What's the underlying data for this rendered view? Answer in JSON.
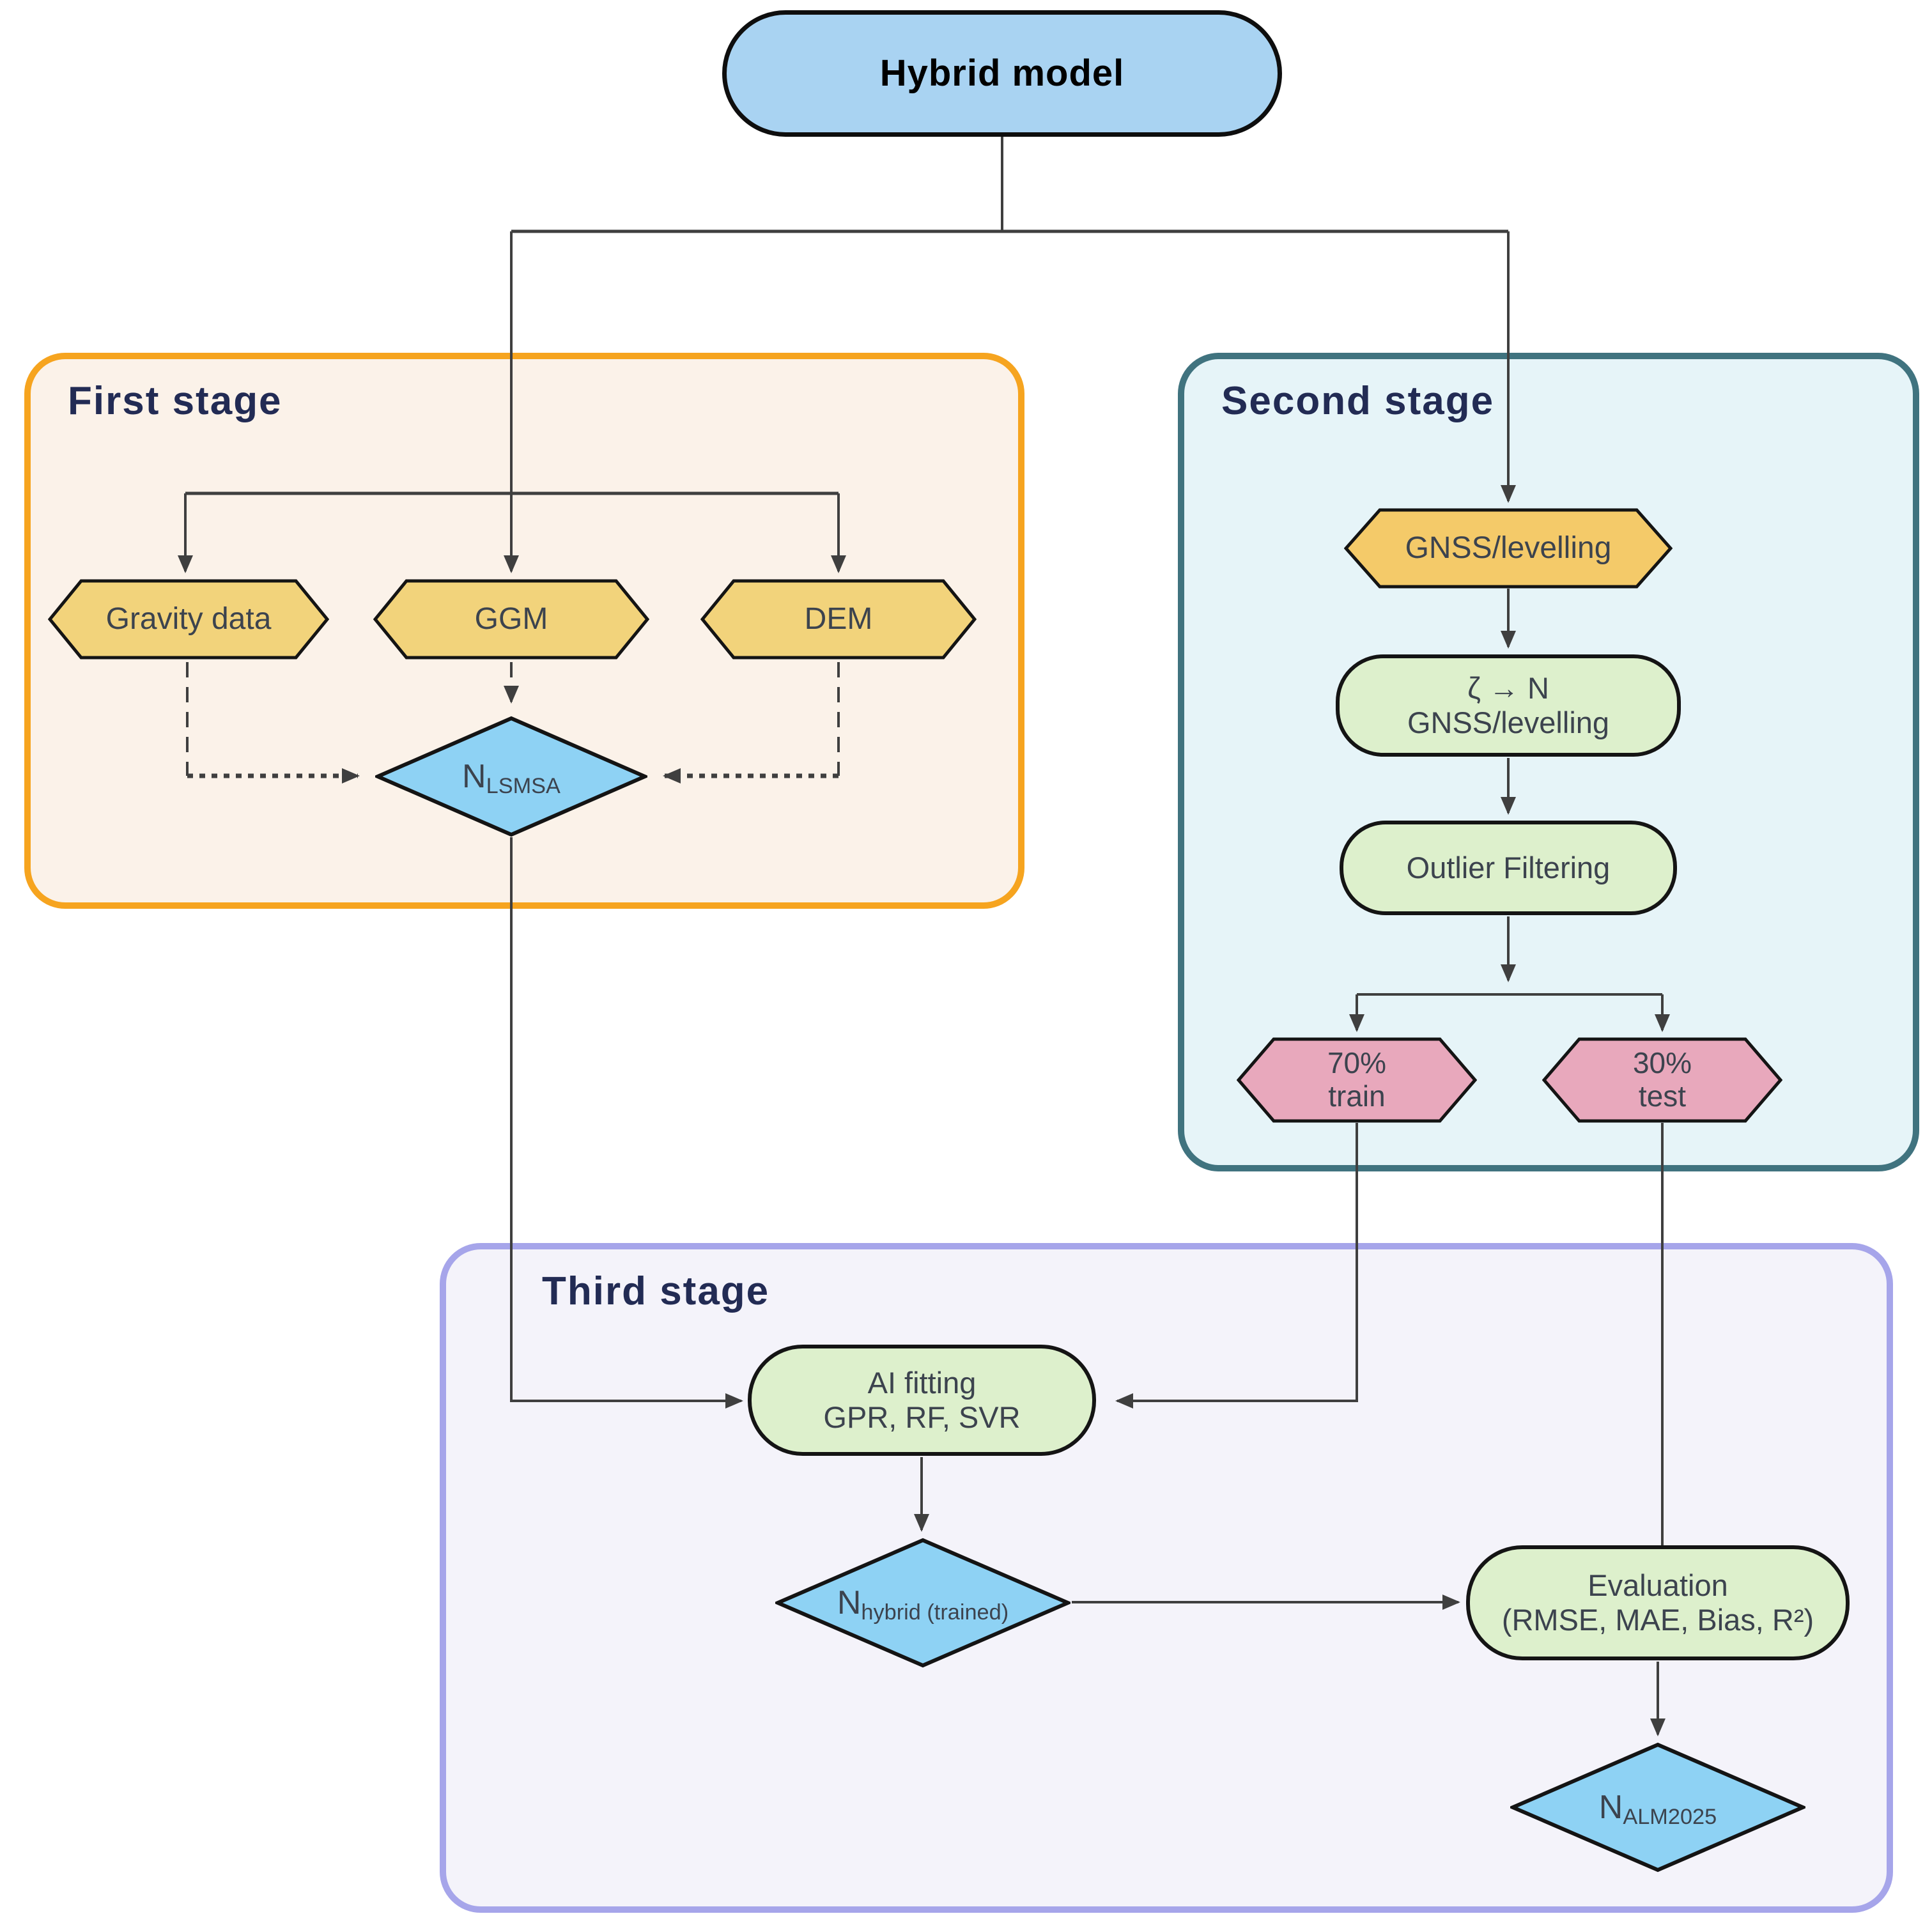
{
  "root": {
    "label": "Hybrid model"
  },
  "stages": {
    "first": {
      "title": "First stage"
    },
    "second": {
      "title": "Second stage"
    },
    "third": {
      "title": "Third stage"
    }
  },
  "nodes": {
    "gravity": {
      "label": "Gravity data"
    },
    "ggm": {
      "label": "GGM"
    },
    "dem": {
      "label": "DEM"
    },
    "n_lsmsa": {
      "base": "N",
      "sub": "LSMSA"
    },
    "gnss": {
      "label": "GNSS/levelling"
    },
    "zeta": {
      "line1": "ζ → N",
      "line2": "GNSS/levelling"
    },
    "outlier": {
      "label": "Outlier Filtering"
    },
    "train": {
      "line1": "70%",
      "line2": "train"
    },
    "test": {
      "line1": "30%",
      "line2": "test"
    },
    "ai_fitting": {
      "line1": "AI fitting",
      "line2": "GPR, RF, SVR"
    },
    "n_hybrid": {
      "base": "N",
      "sub": "hybrid (trained)"
    },
    "evaluation": {
      "line1": "Evaluation",
      "line2": "(RMSE, MAE, Bias, R²)"
    },
    "n_alm2025": {
      "base": "N",
      "sub": "ALM2025"
    }
  },
  "colors": {
    "first_stage_border": "#F6A41F",
    "first_stage_fill": "#FBF2E9",
    "second_stage_border": "#40737F",
    "second_stage_fill": "#E6F4F8",
    "third_stage_border": "#A6A5EA",
    "third_stage_fill": "#F4F3FA",
    "root_node_fill": "#A9D3F2",
    "data_hexagon_fill": "#F2D37B",
    "gnss_hexagon_fill": "#F4CA69",
    "split_hexagon_fill": "#E8A8BC",
    "process_fill": "#DDF0CC",
    "diamond_fill": "#8ED2F4",
    "connector": "#3F3F3F",
    "stage_title": "#222B54",
    "node_text": "#3C434E"
  }
}
